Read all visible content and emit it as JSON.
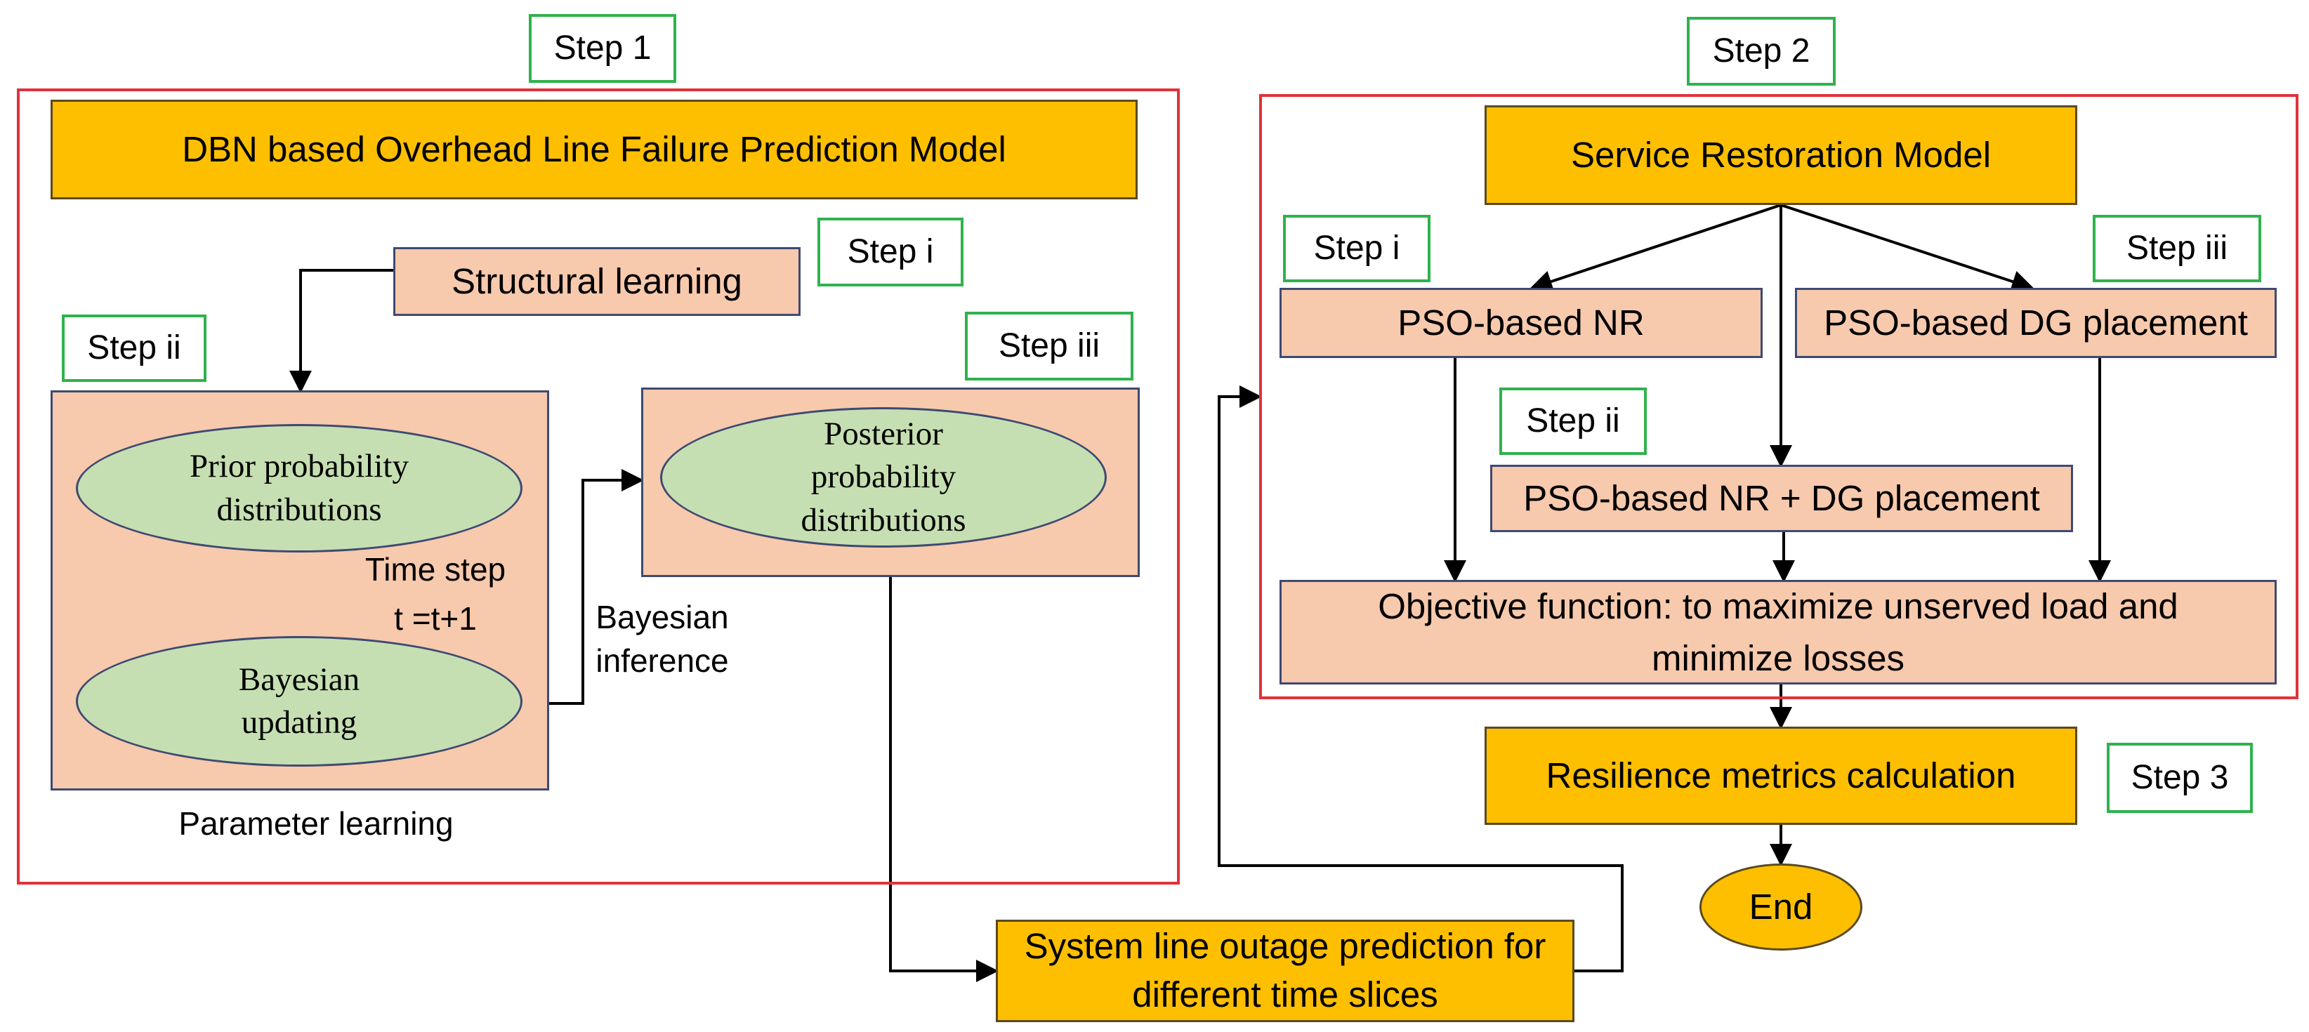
{
  "step1": {
    "badge": "Step 1",
    "title": "DBN based Overhead Line Failure Prediction Model",
    "structural_learning": "Structural learning",
    "step_i": "Step i",
    "step_ii": "Step ii",
    "step_iii": "Step iii",
    "prior": "Prior probability distributions",
    "bayesian_updating": "Bayesian updating",
    "time_step": "Time step",
    "time_step_formula": "t =t+1",
    "posterior": "Posterior probability distributions",
    "bayesian_inference": "Bayesian inference",
    "parameter_learning": "Parameter learning"
  },
  "step2": {
    "badge": "Step 2",
    "title": "Service Restoration Model",
    "step_i": "Step i",
    "step_ii": "Step ii",
    "step_iii": "Step iii",
    "pso_nr": "PSO-based NR",
    "pso_dg": "PSO-based DG placement",
    "pso_nr_dg": "PSO-based NR + DG placement",
    "objective": "Objective function: to maximize unserved load and minimize losses"
  },
  "step3": {
    "badge": "Step 3",
    "resilience": "Resilience metrics calculation",
    "end": "End"
  },
  "outage": "System line outage prediction for different time slices"
}
